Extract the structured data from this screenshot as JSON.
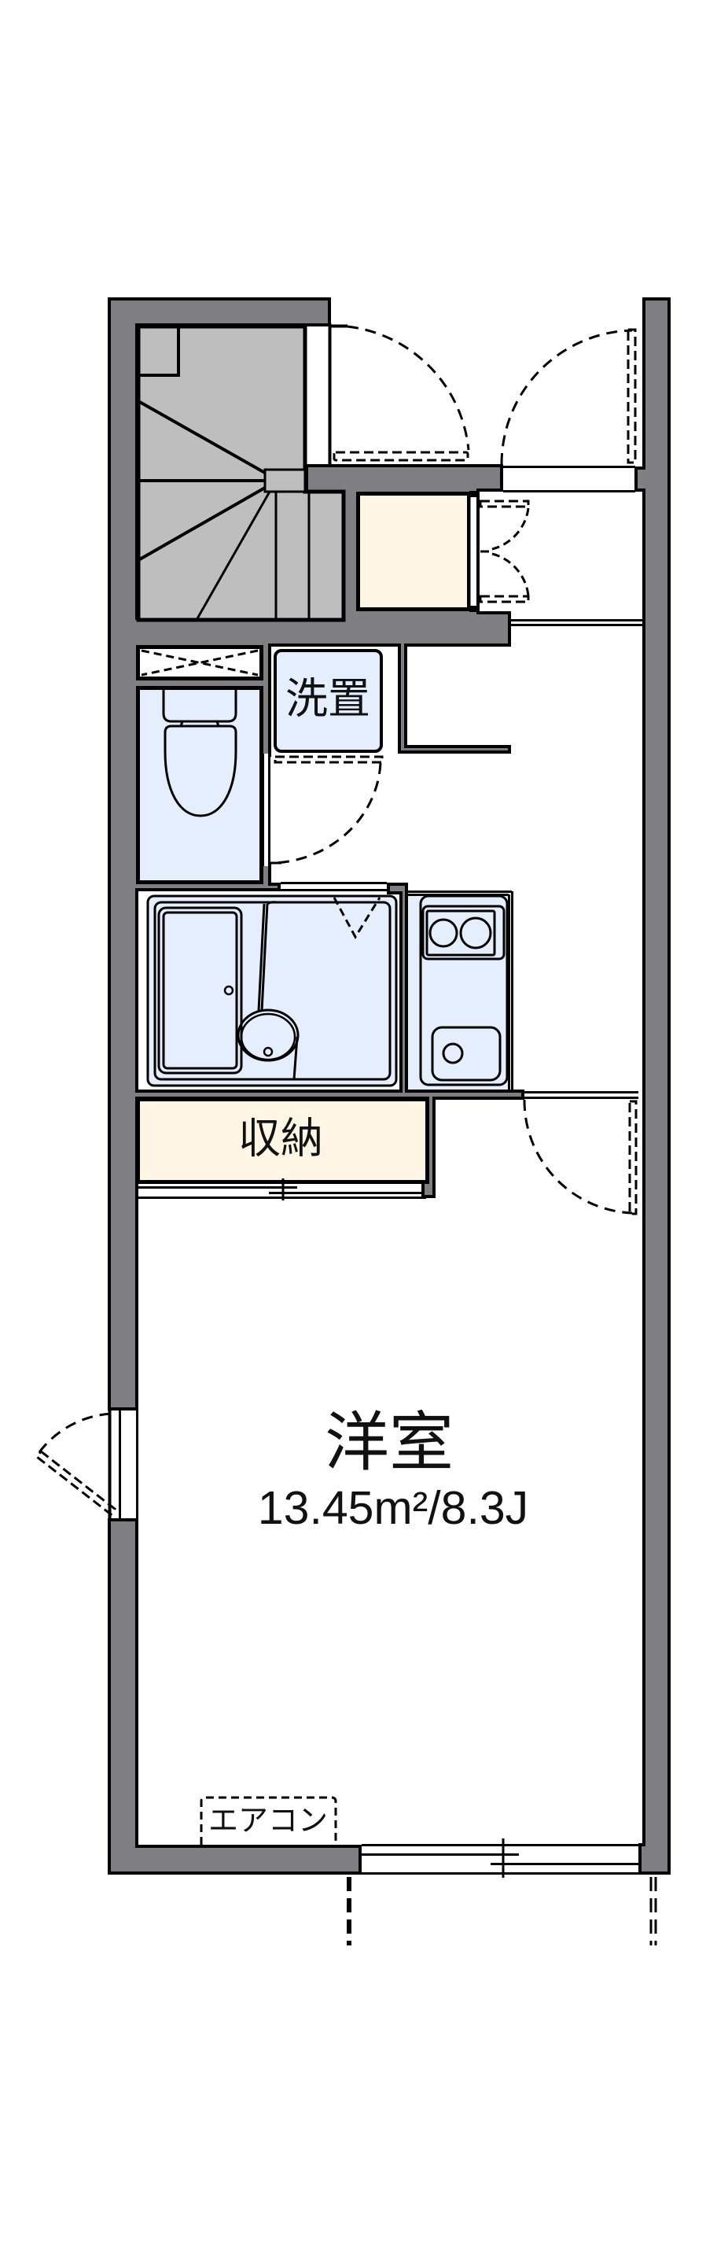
{
  "floor_plan": {
    "rooms": {
      "western_room": {
        "label": "洋室",
        "size": "13.45m²/8.3J"
      },
      "storage": {
        "label": "収納"
      },
      "washer_space": {
        "label": "洗置"
      },
      "air_conditioner": {
        "label": "エアコン"
      }
    },
    "symbols": [
      "staircase-icon",
      "shoe-cabinet-icon",
      "toilet-icon",
      "washer-space-icon",
      "unit-bath-icon",
      "bathtub-icon",
      "two-burner-stove-icon",
      "kitchen-sink-icon",
      "swing-door-icon",
      "folding-door-icon",
      "sliding-door-icon",
      "window-icon",
      "aircon-icon"
    ]
  },
  "colors": {
    "wall": "#7f7e83",
    "stairs": "#bebebe",
    "wet": "#e5eefd",
    "storage": "#fef5e4",
    "line": "#000000",
    "bg": "#ffffff",
    "text": "#111111"
  }
}
